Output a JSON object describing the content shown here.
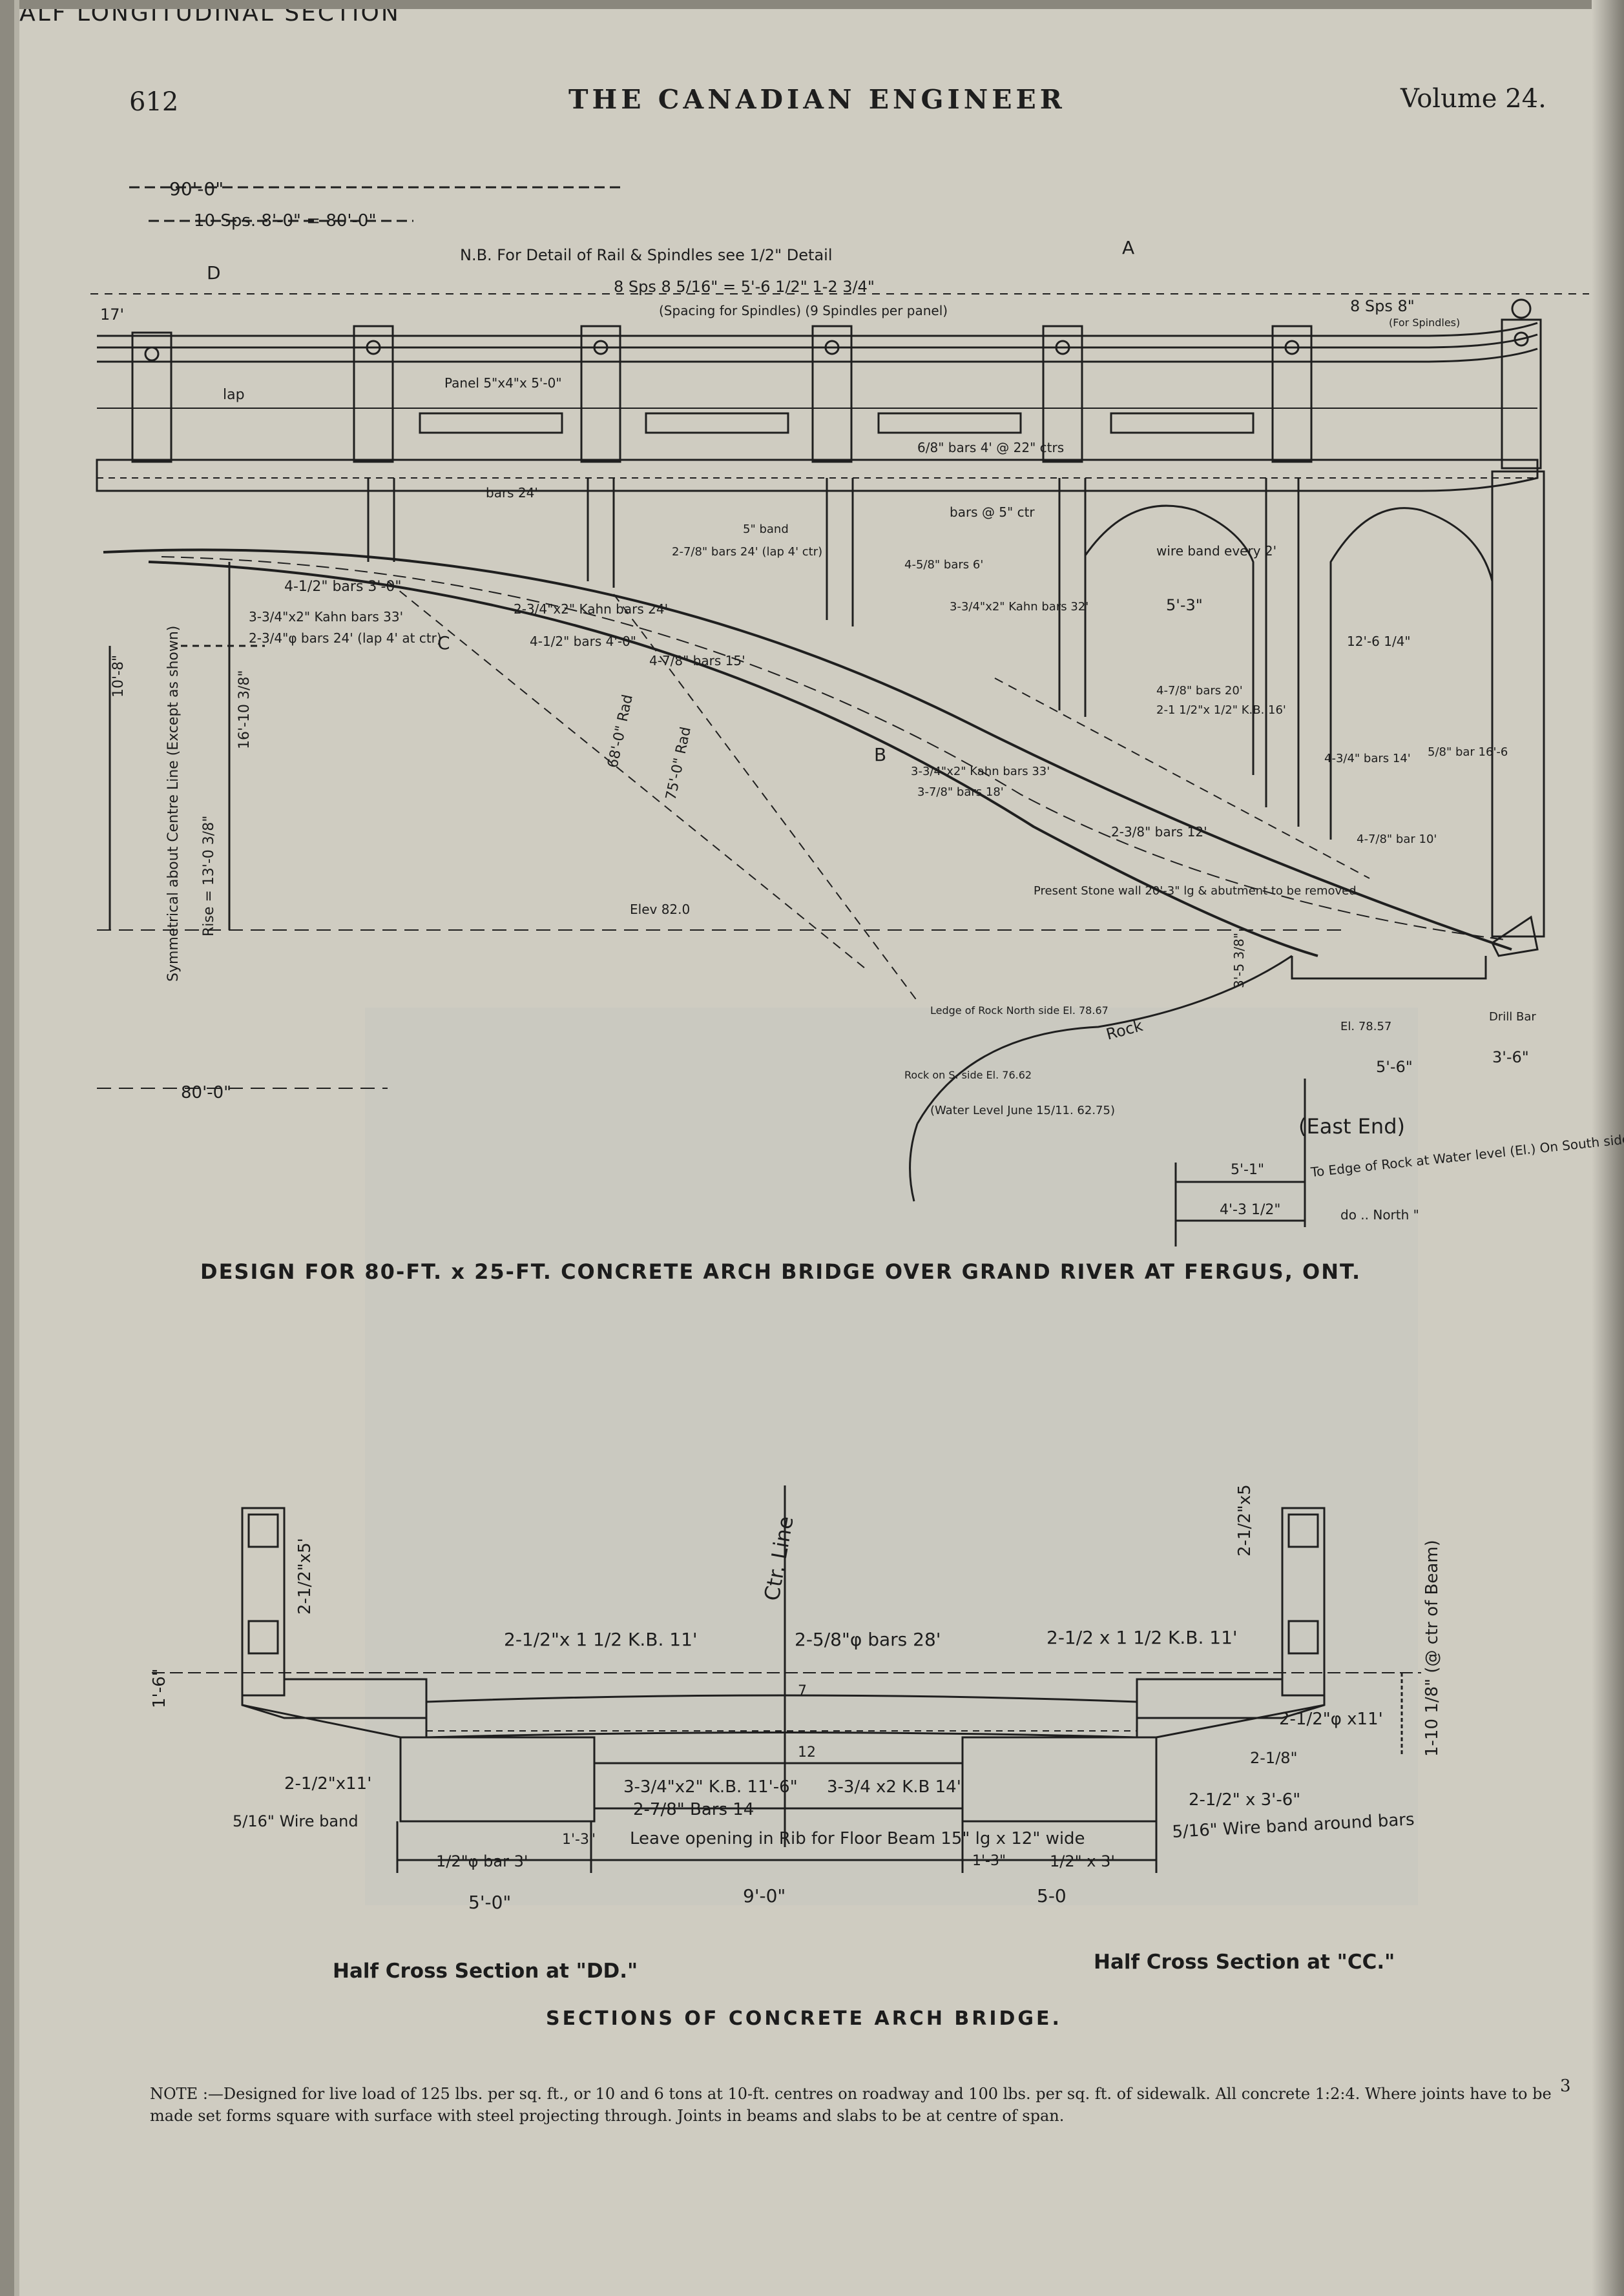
{
  "header": {
    "page_number": "612",
    "journal_title": "THE CANADIAN ENGINEER",
    "volume": "Volume 24."
  },
  "elevation_labels": {
    "span_90": "90'-0\"",
    "spacing_top": "10 Sps. 8'-0\" = 80'-0\"",
    "nb_detail": "N.B. For Detail of Rail & Spindles see 1/2\" Detail",
    "spindle_spacing": "8 Sps 8 5/16\" = 5'-6 1/2\"  1-2 3/4\"",
    "spindle_note": "(Spacing for Spindles) (9 Spindles per panel)",
    "sps8_right": "8 Sps 8\"",
    "for_spindles": "(For Spindles)",
    "panel": "Panel 5\"x4\"x 5'-0\"",
    "lap": "lap",
    "bars_24": "bars 24'",
    "top_bars": "6/8\" bars 4' @ 22\" ctrs",
    "bars_ctr": "bars @ 5\" ctr",
    "wire_band": "wire band every 2'",
    "dim_5_3": "5'-3\"",
    "bars_3_0": "4-1/2\" bars 3'-0\"",
    "kahn_33": "3-3/4\"x2\" Kahn bars 33'",
    "bars_24_lap": "2-3/4\"φ bars 24' (lap 4' at ctr)",
    "kahn_24": "2-3/4\"x2\" Kahn bars 24'",
    "bars_4_0": "4-1/2\" bars 4'-0\"",
    "bars_15": "4-7/8\" bars 15'",
    "band_5": "5\" band",
    "bars_24b": "2-7/8\" bars 24' (lap 4' ctr)",
    "bars_6": "4-5/8\" bars 6'",
    "kahn_32": "3-3/4\"x2\" Kahn bars 32'",
    "kahn_33b": "3-3/4\"x2\" Kahn bars 33'",
    "bars_18": "3-7/8\" bars 18'",
    "bars_20": "4-7/8\" bars 20'",
    "kb_16": "2-1 1/2\"x 1/2\" K.B. 16'",
    "bars_12": "2-3/8\" bars 12'",
    "bars_14": "4-3/4\" bars 14'",
    "bar_16_6": "5/8\" bar 16'-6",
    "bar_10": "4-7/8\" bar 10'",
    "rad_68": "68'-0\" Rad",
    "rad_75": "75'-0\" Rad",
    "rise": "Rise = 13'-0 3/8\"",
    "dim_16_10": "16'-10 3/8\"",
    "dim_10_8": "10'-8\"",
    "symmetrical": "Symmetrical about Centre Line (Except as shown)",
    "dim_80": "80'-0\"",
    "elev_82": "Elev 82.0",
    "present_wall": "Present Stone wall 20'-3\" lg & abutment to be removed",
    "edge_rock_north": "Ledge of Rock North side El. 78.67",
    "rock_south": "Rock on S. side El. 76.62",
    "rock": "Rock",
    "water_level": "(Water Level June 15/11. 62.75)",
    "el_78_57": "El. 78.57",
    "drill_bar": "Drill Bar",
    "dim_5_6": "5'-6\"",
    "dim_3_6": "3'-6\"",
    "dim_3_5": "3'-5 3/8\"",
    "east_end": "(East End)",
    "to_edge": "To Edge of Rock at Water level (El.) On South side",
    "do_north": "do  ..  North  \"",
    "dim_5_1": "5'-1\"",
    "dim_4_3": "4'-3 1/2\"",
    "sec_a": "A",
    "sec_b": "B",
    "sec_c": "C",
    "sec_d": "D",
    "dim_17": "17'",
    "dim_12_6": "12'-6 1/4\""
  },
  "half_longitudinal": "HALF LONGITUDINAL SECTION",
  "main_caption": "DESIGN FOR 80-FT. x 25-FT. CONCRETE ARCH BRIDGE OVER GRAND RIVER AT FERGUS, ONT.",
  "cross_labels": {
    "ctr_line": "Ctr. Line",
    "kb_11_left": "2-1/2\"x 1 1/2 K.B. 11'",
    "bars_28": "2-5/8\"φ bars 28'",
    "kb_11_right": "2-1/2 x 1 1/2 K.B. 11'",
    "x5_left": "2-1/2\"x5'",
    "x5_right": "2-1/2\"x5'",
    "ctr_beam": "1-10 1/8\" (@ ctr of Beam)",
    "dim_1_6": "1'-6\"",
    "x11_left": "2-1/2\"x11'",
    "x11_right": "2-1/2\"φ x11'",
    "dim_2_1": "2-1/8\"",
    "wire_band_left": "5/16\" Wire band",
    "kb_11_6": "3-3/4\"x2\" K.B. 11'-6\"",
    "kb_14": "3-3/4 x2 K.B 14'",
    "bars_14": "2-7/8\" Bars 14",
    "x3_6": "2-1/2\" x 3'-6\"",
    "wire_band_right": "5/16\" Wire band around bars",
    "bar_3": "1/2\"φ bar 3'",
    "dim_1_3_left": "1'-3\"",
    "opening": "Leave opening in Rib for Floor Beam 15\" lg x 12\" wide",
    "dim_1_3_right": "1'-3\"",
    "x3_right": "1/2\" x 3'",
    "dim_5_0_left": "5'-0\"",
    "dim_9_0": "9'-0\"",
    "dim_5_0_right": "5-0",
    "dim_12": "12",
    "dim_7": "7"
  },
  "section_dd": "Half Cross Section at \"DD.\"",
  "section_cc": "Half Cross Section at \"CC.\"",
  "sections_caption": "SECTIONS OF CONCRETE ARCH BRIDGE.",
  "note": "NOTE :—Designed for live load of 125 lbs. per sq. ft., or 10 and 6 tons at 10-ft. centres on roadway and 100 lbs. per sq. ft. of sidewalk. All concrete 1:2:4. Where joints have to be made set forms square with surface with steel projecting through. Joints in beams and slabs to be at centre of span.",
  "margin_mark": "3"
}
